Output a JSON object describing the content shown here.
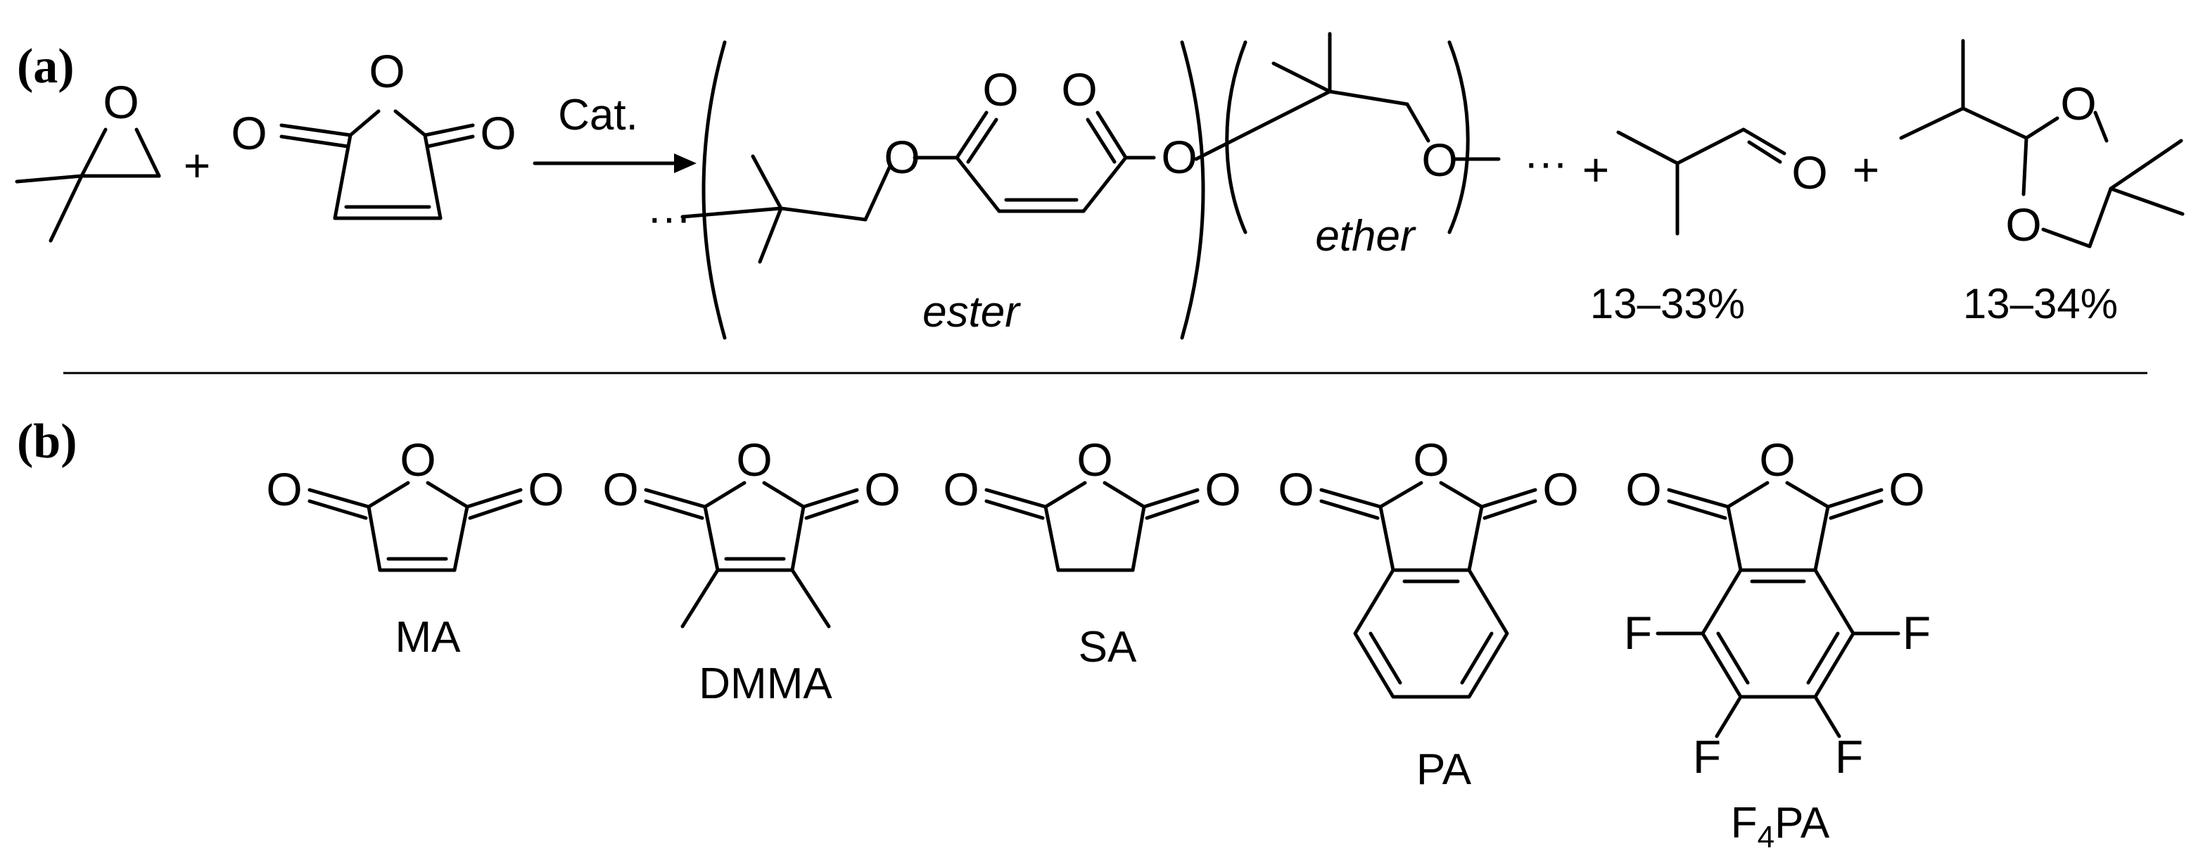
{
  "panel_a": {
    "label": "(a)",
    "plus": "+",
    "catalyst": "Cat.",
    "oxygen": "O",
    "ellipsis": "···",
    "ester": "ester",
    "ether": "ether",
    "yield_aldehyde": "13–33%",
    "yield_dioxolane": "13–34%"
  },
  "panel_b": {
    "label": "(b)",
    "oxygen": "O",
    "fluorine": "F",
    "ma": "MA",
    "dmma": "DMMA",
    "sa": "SA",
    "pa": "PA",
    "f4pa_main": "F",
    "f4pa_sub": "4",
    "f4pa_tail": "PA"
  }
}
